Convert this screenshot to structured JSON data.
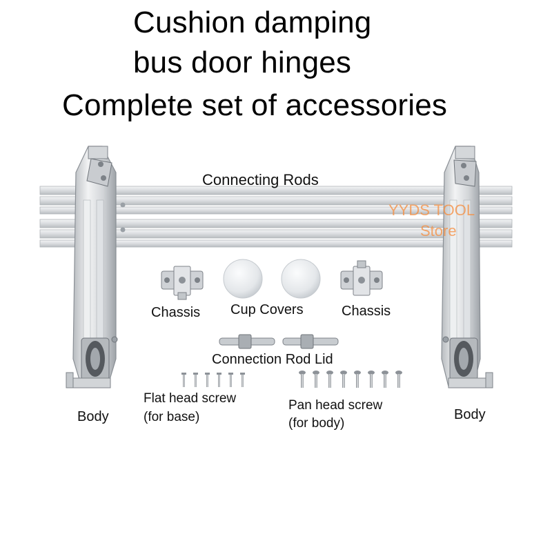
{
  "title": {
    "line1": "Cushion damping",
    "line2": "bus door hinges",
    "line3": "Complete set of accessories"
  },
  "labels": {
    "connecting_rods": "Connecting Rods",
    "chassis_left": "Chassis",
    "cup_covers": "Cup Covers",
    "chassis_right": "Chassis",
    "connection_rod_lid": "Connection Rod Lid",
    "flat_head_screw_1": "Flat head screw",
    "flat_head_screw_2": "(for base)",
    "pan_head_screw_1": "Pan head screw",
    "pan_head_screw_2": "(for body)",
    "body_left": "Body",
    "body_right": "Body"
  },
  "watermark": {
    "line1": "YYDS TOOL",
    "line2": "Store"
  },
  "colors": {
    "metal_light": "#e9ebed",
    "metal_mid": "#c4c8cc",
    "metal_dark": "#8a8f95",
    "watermark": "#f58c3c"
  }
}
